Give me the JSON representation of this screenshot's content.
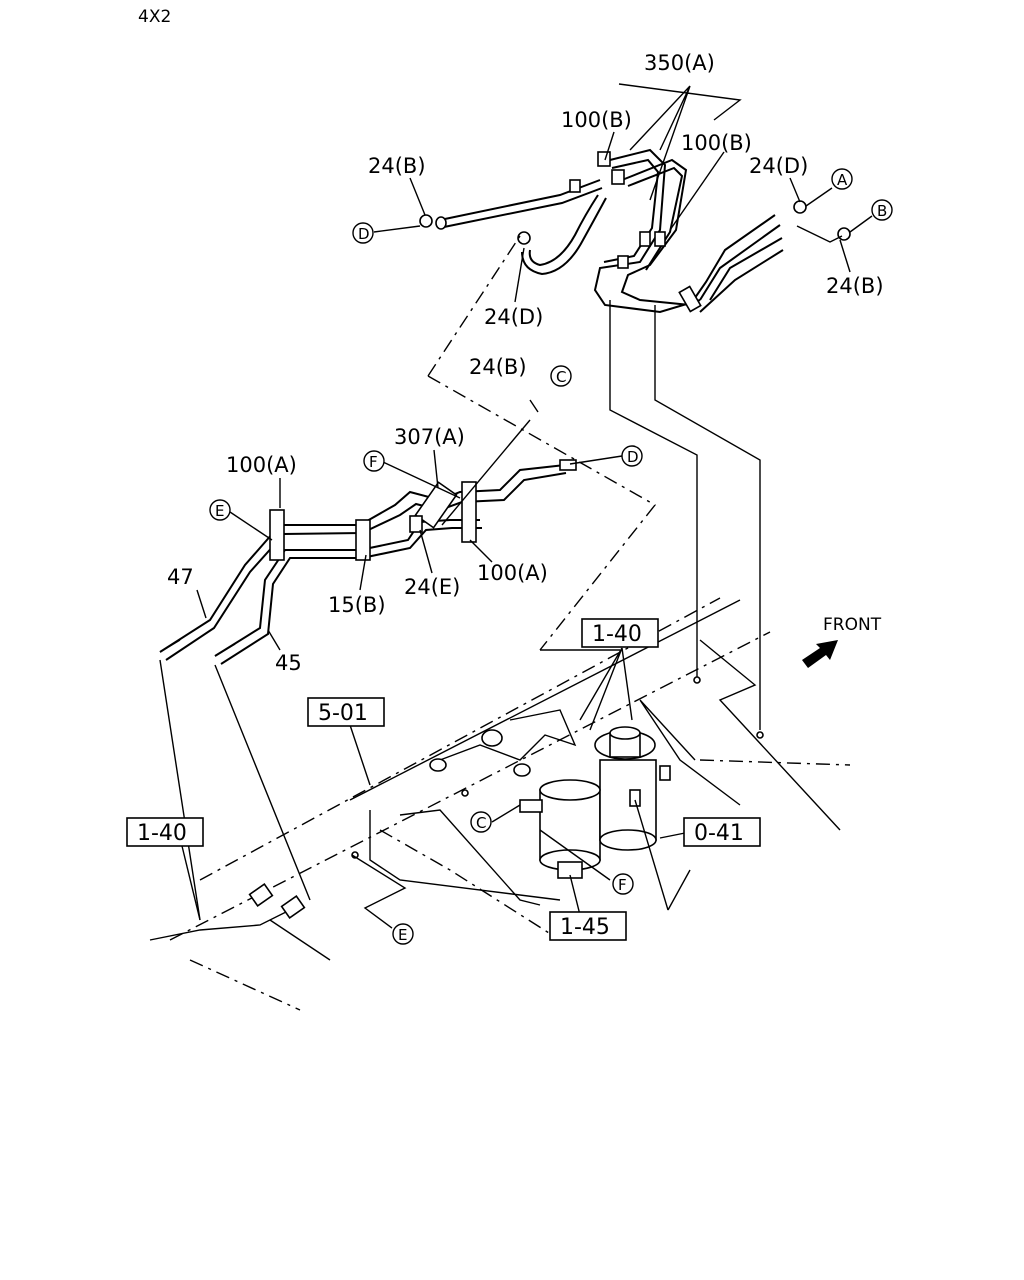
{
  "header": {
    "variant": "4X2"
  },
  "front_indicator": {
    "label": "FRONT"
  },
  "part_labels": {
    "p350A": "350(A)",
    "p100B_left": "100(B)",
    "p100B_right": "100(B)",
    "p24B_top": "24(B)",
    "p24D_top": "24(D)",
    "p24D_mid": "24(D)",
    "p24B_right": "24(B)",
    "p24B_mid": "24(B)",
    "p307A": "307(A)",
    "p100A_left": "100(A)",
    "p100A_right": "100(A)",
    "p47": "47",
    "p15B": "15(B)",
    "p24E": "24(E)",
    "p45": "45"
  },
  "ref_boxes": {
    "r140_top": "1-40",
    "r501": "5-01",
    "r140_left": "1-40",
    "r041": "0-41",
    "r145": "1-45"
  },
  "connector_markers": {
    "A": "A",
    "B": "B",
    "C_top": "C",
    "D_top": "D",
    "D_mid": "D",
    "F_mid": "F",
    "E_left": "E",
    "C_low": "C",
    "F_low": "F",
    "E_low": "E"
  }
}
